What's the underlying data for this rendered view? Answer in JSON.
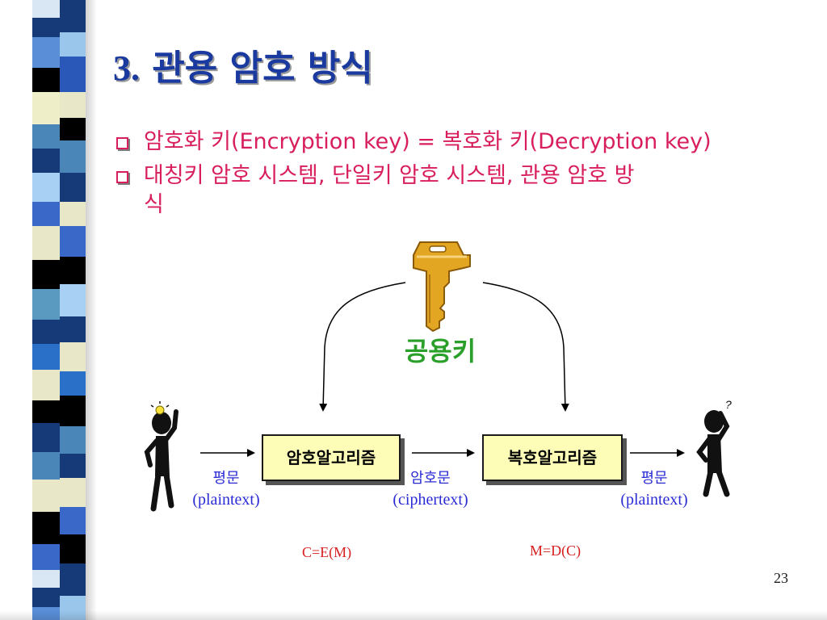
{
  "slide": {
    "title_number": "3.",
    "title_text": "관용 암호 방식",
    "bullets": [
      {
        "line1": "암호화 키(Encryption key) = 복호화 키(Decryption key)",
        "line2": ""
      },
      {
        "line1": "대칭키 암호 시스템, 단일키 암호 시스템, 관용 암호 방",
        "line2": "식"
      }
    ],
    "page_number": "23"
  },
  "diagram": {
    "key_label": "공용키",
    "encrypt_box": "암호알고리즘",
    "decrypt_box": "복호알고리즘",
    "plaintext_in": {
      "ko": "평문",
      "en": "(plaintext)"
    },
    "ciphertext": {
      "ko": "암호문",
      "en": "(ciphertext)"
    },
    "plaintext_out": {
      "ko": "평문",
      "en": "(plaintext)"
    },
    "formula_encrypt": "C=E(M)",
    "formula_decrypt": "M=D(C)",
    "question_mark": "?"
  },
  "colors": {
    "title": "#1a3aa0",
    "bullet_text": "#d81e5b",
    "key_label": "#2aa02a",
    "box_fill": "#fdfdb8",
    "label_text": "#2b2bd6",
    "formula_text": "#d81e1e",
    "key_gold": "#e0a020"
  },
  "icons": {
    "key": "key-icon",
    "sender": "idea-person-icon",
    "receiver": "confused-person-icon",
    "bullet": "hollow-square-bullet-icon"
  }
}
